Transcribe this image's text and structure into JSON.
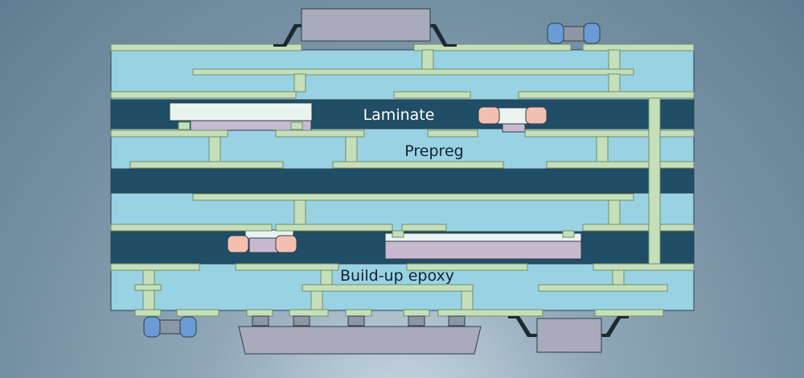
{
  "labels": {
    "laminate": "Laminate",
    "prepreg": "Prepreg",
    "buildup": "Build-up epoxy"
  },
  "colors": {
    "prepreg_fill": "#99d2e3",
    "laminate_fill": "#1f4e66",
    "trace_fill": "#c5dfbb",
    "trace_stroke": "#6e8f66",
    "die_fill": "#a9aabb",
    "embedded_die_light": "#e9f4f0",
    "embedded_die_purple": "#c8b8d0",
    "passive_pad": "#f3bfb0",
    "passive_end_blue": "#6b9bd4",
    "passive_body": "#8c97a3",
    "lead_color": "#1d2930",
    "outline": "#2c3e4a"
  },
  "components": {
    "top_chip": "chip",
    "top_passive": "passive",
    "bottom_chip": "chip",
    "bottom_passive": "passive",
    "bottom_bga_die": "die",
    "embedded_dies": 2,
    "embedded_passives": 2
  }
}
